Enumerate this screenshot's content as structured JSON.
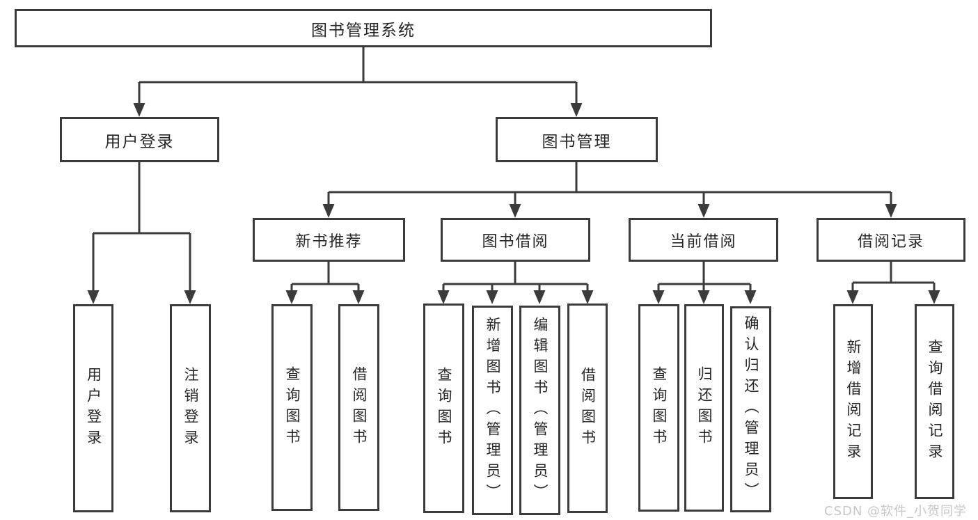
{
  "colors": {
    "line": "#3b3b3b",
    "box_border": "#3b3b3b",
    "text": "#262626",
    "watermark": "#c7c7c7",
    "background": "#ffffff"
  },
  "watermark": {
    "text": "CSDN @软件_小贺同学"
  },
  "tree": {
    "root": {
      "label": "图书管理系统"
    },
    "children": [
      {
        "label": "用户登录",
        "children": [
          {
            "label": "用户登录"
          },
          {
            "label": "注销登录"
          }
        ]
      },
      {
        "label": "图书管理",
        "children": [
          {
            "label": "新书推荐",
            "children": [
              {
                "label": "查询图书"
              },
              {
                "label": "借阅图书"
              }
            ]
          },
          {
            "label": "图书借阅",
            "children": [
              {
                "label": "查询图书"
              },
              {
                "label": "新增图书（管理员）"
              },
              {
                "label": "编辑图书（管理员）"
              },
              {
                "label": "借阅图书"
              }
            ]
          },
          {
            "label": "当前借阅",
            "children": [
              {
                "label": "查询图书"
              },
              {
                "label": "归还图书"
              },
              {
                "label": "确认归还（管理员）"
              }
            ]
          },
          {
            "label": "借阅记录",
            "children": [
              {
                "label": "新增借阅记录"
              },
              {
                "label": "查询借阅记录"
              }
            ]
          }
        ]
      }
    ]
  }
}
